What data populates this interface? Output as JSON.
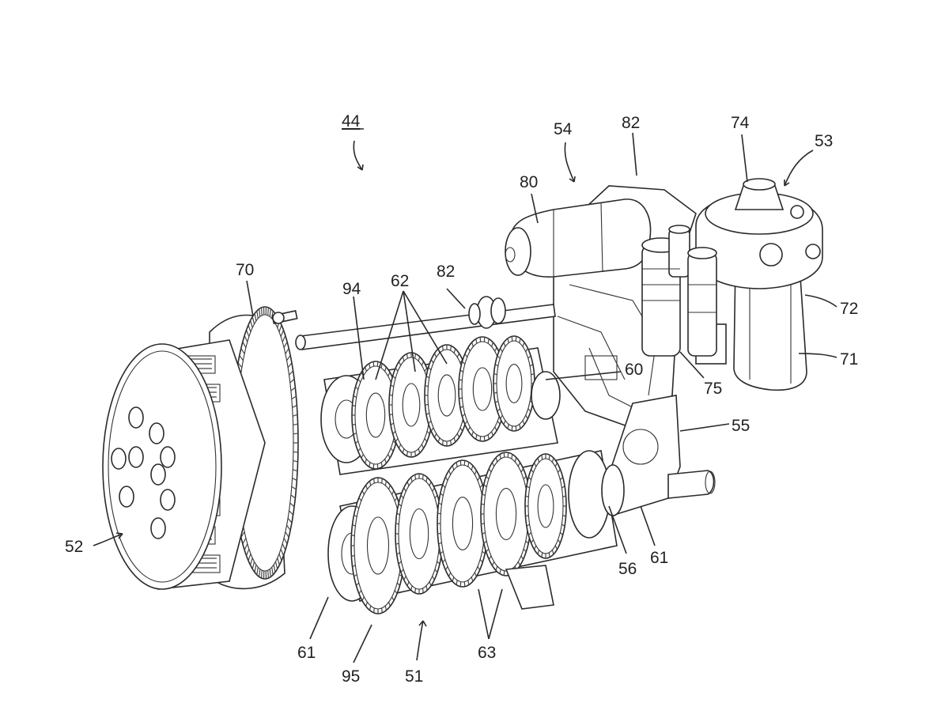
{
  "figure": {
    "assembly_ref": "44",
    "labels": {
      "l44": "44",
      "l54": "54",
      "l82a": "82",
      "l74": "74",
      "l53": "53",
      "l80": "80",
      "l70": "70",
      "l94": "94",
      "l62": "62",
      "l82b": "82",
      "l72": "72",
      "l71": "71",
      "l60": "60",
      "l75": "75",
      "l55": "55",
      "l52": "52",
      "l56": "56",
      "l61r": "61",
      "l61l": "61",
      "l95": "95",
      "l51": "51",
      "l63": "63"
    }
  }
}
